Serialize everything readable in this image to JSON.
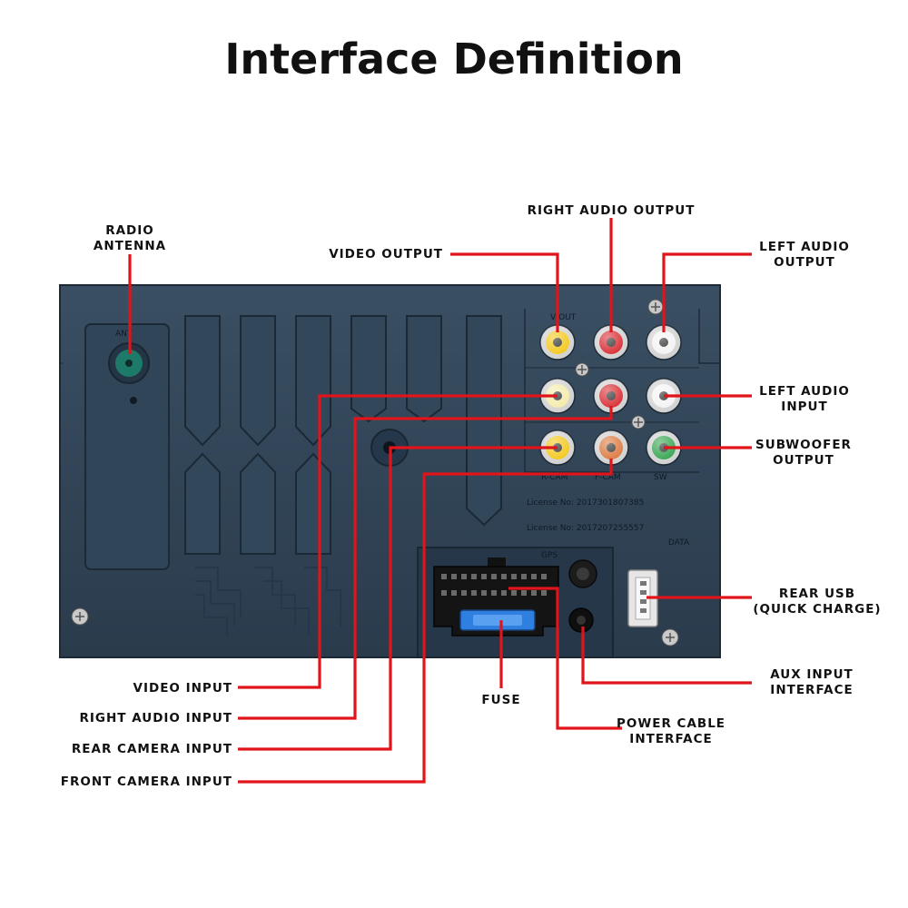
{
  "title": "Interface Definition",
  "labels": {
    "radio_antenna": [
      "RADIO",
      "ANTENNA"
    ],
    "right_audio_output": "RIGHT  AUDIO  OUTPUT",
    "video_output": "VIDEO  OUTPUT",
    "left_audio_output": [
      "LEFT AUDIO",
      "OUTPUT"
    ],
    "left_audio_input": [
      "LEFT AUDIO",
      "INPUT"
    ],
    "subwoofer_output": [
      "SUBWOOFER",
      "OUTPUT"
    ],
    "rear_usb": [
      "REAR USB",
      "(QUICK CHARGE)"
    ],
    "aux_input": [
      "AUX INPUT",
      "INTERFACE"
    ],
    "power_cable": [
      "POWER CABLE",
      "INTERFACE"
    ],
    "fuse": "FUSE",
    "video_input": "VIDEO  INPUT",
    "right_audio_input": "RIGHT  AUDIO  INPUT",
    "rear_camera_input": "REAR  CAMERA  INPUT",
    "front_camera_input": "FRONT  CAMERA  INPUT"
  },
  "colors": {
    "leader_line": "#e0141b",
    "panel": "#2e4052",
    "rca_yellow": "#f2c200",
    "rca_red": "#d4151c",
    "rca_white": "#f2f2f2",
    "rca_orange": "#d86a2a",
    "rca_green": "#1f9a3c",
    "fuse_blue": "#2f7fe0"
  }
}
